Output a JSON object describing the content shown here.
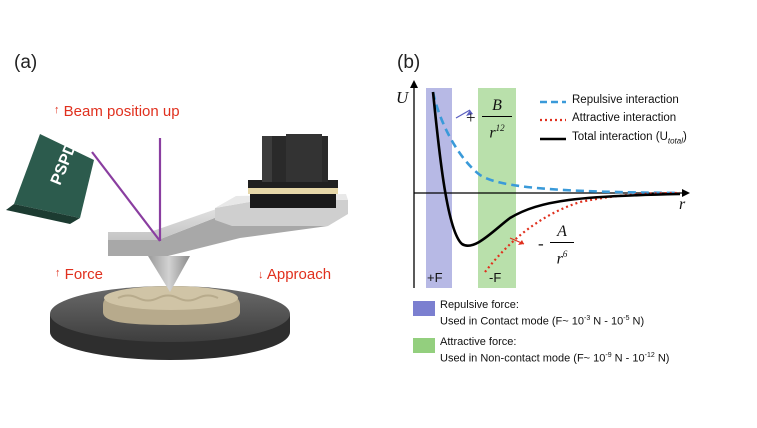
{
  "panel_a": {
    "label": "(a)",
    "probe_text": "PSPD",
    "arrow_up_1": "↑",
    "beam_label": "Beam position up",
    "arrow_up_2": "↑",
    "force_label": "Force",
    "arrow_down": "↓",
    "approach_label": "Approach"
  },
  "panel_b": {
    "label": "(b)",
    "axis_y": "U",
    "axis_x": "r",
    "legend": {
      "repulsive": "Repulsive interaction",
      "attractive": "Attractive interaction",
      "total_prefix": "Total interaction (U",
      "total_sub": "total",
      "total_suffix": ")"
    },
    "formula_repulsive": {
      "sign": "+",
      "numerator": "B",
      "denominator": "r",
      "exponent": "12"
    },
    "formula_attractive": {
      "sign": "-",
      "numerator": "A",
      "denominator": "r",
      "exponent": "6"
    },
    "band_repulsive_label": "+F",
    "band_attractive_label": "-F",
    "notes": {
      "repulsive_title": "Repulsive force:",
      "repulsive_prefix": "Used in Contact mode (F~ 10",
      "repulsive_exp1": "-3",
      "repulsive_mid": " N - 10",
      "repulsive_exp2": "-5",
      "repulsive_suffix": " N)",
      "attractive_title": "Attractive force:",
      "attractive_prefix": "Used in Non-contact mode (F~ 10",
      "attractive_exp1": "-9",
      "attractive_mid": " N - 10",
      "attractive_exp2": "-12",
      "attractive_suffix": " N)"
    }
  },
  "colors": {
    "repulsive_line": "#3a9ad9",
    "attractive_line": "#e0301e",
    "total_line": "#000000",
    "repulsive_band": "#7b7fd0",
    "attractive_band": "#93cf7e",
    "label_red": "#e0301e",
    "laser": "#8a3ea0",
    "probe_green": "#2c5b4d"
  }
}
